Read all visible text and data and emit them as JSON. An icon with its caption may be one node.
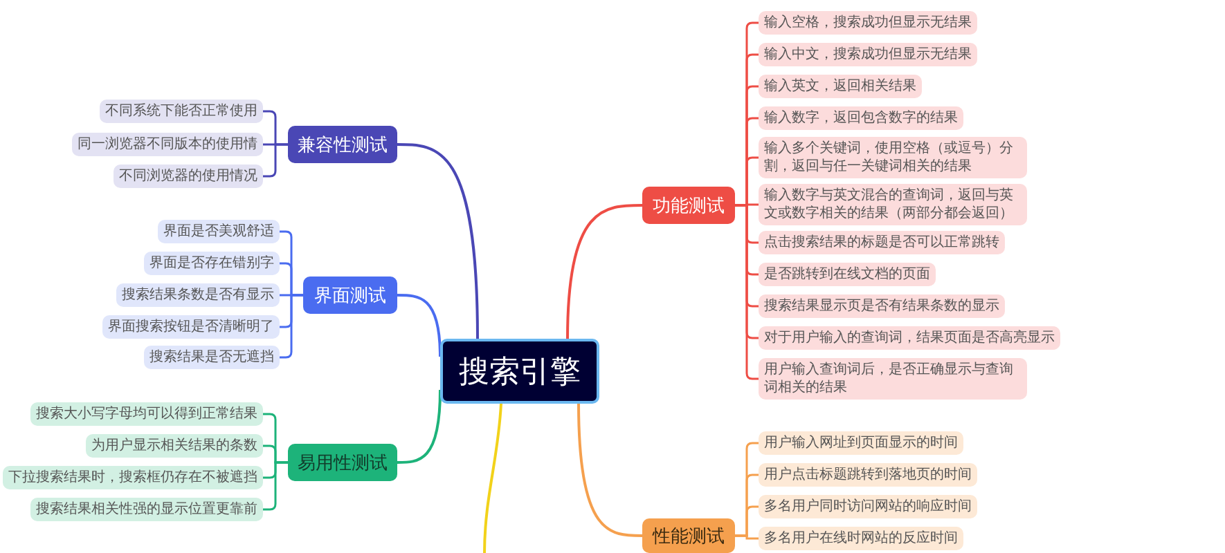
{
  "diagram": {
    "nodes": [
      {
        "text": [
          "搜索引擎"
        ]
      },
      {
        "text": [
          "兼容性测试"
        ]
      },
      {
        "text": [
          "不同系统下能否正常使用"
        ]
      },
      {
        "text": [
          "同一浏览器不同版本的使用情"
        ]
      },
      {
        "text": [
          "不同浏览器的使用情况"
        ]
      },
      {
        "text": [
          "界面测试"
        ]
      },
      {
        "text": [
          "界面是否美观舒适"
        ]
      },
      {
        "text": [
          "界面是否存在错别字"
        ]
      },
      {
        "text": [
          "搜索结果条数是否有显示"
        ]
      },
      {
        "text": [
          "界面搜索按钮是否清晰明了"
        ]
      },
      {
        "text": [
          "搜索结果是否无遮挡"
        ]
      },
      {
        "text": [
          "易用性测试"
        ]
      },
      {
        "text": [
          "搜索大小写字母均可以得到正常结果"
        ]
      },
      {
        "text": [
          "为用户显示相关结果的条数"
        ]
      },
      {
        "text": [
          "下拉搜索结果时，搜索框仍存在不被遮挡"
        ]
      },
      {
        "text": [
          "搜索结果相关性强的显示位置更靠前"
        ]
      },
      {
        "text": [
          "功能测试"
        ]
      },
      {
        "text": [
          "输入空格，搜索成功但显示无结果"
        ]
      },
      {
        "text": [
          "输入中文，搜索成功但显示无结果"
        ]
      },
      {
        "text": [
          "输入英文，返回相关结果"
        ]
      },
      {
        "text": [
          "输入数字，返回包含数字的结果"
        ]
      },
      {
        "text": [
          "输入多个关键词，使用空格（或逗号）分割，返回与任一关键词相关的结果"
        ]
      },
      {
        "text": [
          "输入数字与英文混合的查询词，返回与英文或数字相关的结果（两部分都会返回）"
        ]
      },
      {
        "text": [
          "点击搜索结果的标题是否可以正常跳转"
        ]
      },
      {
        "text": [
          "是否跳转到在线文档的页面"
        ]
      },
      {
        "text": [
          "搜索结果显示页是否有结果条数的显示"
        ]
      },
      {
        "text": [
          "对于用户输入的查询词，结果页面是否高亮显示"
        ]
      },
      {
        "text": [
          "用户输入查询词后，是否正确显示与查询词相关的结果"
        ]
      },
      {
        "text": [
          "性能测试"
        ]
      },
      {
        "text": [
          "用户输入网址到页面显示的时间"
        ]
      },
      {
        "text": [
          "用户点击标题跳转到落地页的时间"
        ]
      },
      {
        "text": [
          "多名用户同时访问网站的响应时间"
        ]
      },
      {
        "text": [
          "多名用户在线时网站的反应时间"
        ]
      }
    ],
    "edges": [
      {
        "from": 0,
        "to": 1,
        "arrow": "none",
        "color": "#4a47b5"
      },
      {
        "from": 0,
        "to": 5,
        "arrow": "none",
        "color": "#4a6cf0"
      },
      {
        "from": 0,
        "to": 11,
        "arrow": "none",
        "color": "#1db37a"
      },
      {
        "from": 0,
        "to": 16,
        "arrow": "none"
      },
      {
        "from": 0,
        "to": 28,
        "arrow": "none",
        "color": "#f5a04e"
      },
      {
        "from": 0,
        "to": null,
        "arrow": "none",
        "color": "#f2d21a"
      },
      {
        "from": 1,
        "to": 2,
        "arrow": "none",
        "color": "#4a47b5"
      },
      {
        "from": 1,
        "to": 3,
        "arrow": "none",
        "color": "#4a47b5"
      },
      {
        "from": 1,
        "to": 4,
        "arrow": "none",
        "color": "#4a47b5"
      },
      {
        "from": 5,
        "to": 6,
        "arrow": "none",
        "color": "#4a6cf0"
      },
      {
        "from": 5,
        "to": 7,
        "arrow": "none",
        "color": "#4a6cf0"
      },
      {
        "from": 5,
        "to": 8,
        "arrow": "none",
        "color": "#4a6cf0"
      },
      {
        "from": 5,
        "to": 9,
        "arrow": "none",
        "color": "#4a6cf0"
      },
      {
        "from": 5,
        "to": 10,
        "arrow": "none",
        "color": "#4a6cf0"
      },
      {
        "from": 11,
        "to": 12,
        "arrow": "none",
        "color": "#1db37a"
      },
      {
        "from": 11,
        "to": 13,
        "arrow": "none",
        "color": "#1db37a"
      },
      {
        "from": 11,
        "to": 14,
        "arrow": "none",
        "color": "#1db37a"
      },
      {
        "from": 11,
        "to": 15,
        "arrow": "none",
        "color": "#1db37a"
      },
      {
        "from": 16,
        "to": 17,
        "arrow": "none"
      },
      {
        "from": 16,
        "to": 18,
        "arrow": "none"
      },
      {
        "from": 16,
        "to": 19,
        "arrow": "none"
      },
      {
        "from": 16,
        "to": 20,
        "arrow": "none"
      },
      {
        "from": 16,
        "to": 21,
        "arrow": "none"
      },
      {
        "from": 16,
        "to": 22,
        "arrow": "none"
      },
      {
        "from": 16,
        "to": 23,
        "arrow": "none"
      },
      {
        "from": 16,
        "to": 24,
        "arrow": "none"
      },
      {
        "from": 16,
        "to": 25,
        "arrow": "none"
      },
      {
        "from": 16,
        "to": 26,
        "arrow": "none"
      },
      {
        "from": 16,
        "to": 27,
        "arrow": "none"
      },
      {
        "from": 28,
        "to": 29,
        "arrow": "none",
        "color": "#f5a04e"
      },
      {
        "from": 28,
        "to": 30,
        "arrow": "none",
        "color": "#f5a04e"
      },
      {
        "from": 28,
        "to": 31,
        "arrow": "none",
        "color": "#f5a04e"
      },
      {
        "from": 28,
        "to": 32,
        "arrow": "none",
        "color": "#f5a04e"
      }
    ]
  }
}
